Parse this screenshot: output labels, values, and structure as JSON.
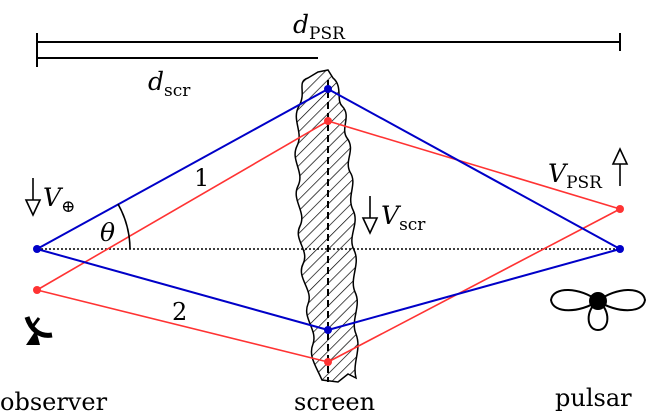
{
  "labels": {
    "d_psr_main": "d",
    "d_psr_sub": "PSR",
    "d_scr_main": "d",
    "d_scr_sub": "scr",
    "v_earth_main": "V",
    "v_earth_sub": "⊕",
    "v_scr_main": "V",
    "v_scr_sub": "scr",
    "v_psr_main": "V",
    "v_psr_sub": "PSR",
    "theta": "θ",
    "path_1": "1",
    "path_2": "2",
    "observer": "observer",
    "screen": "screen",
    "pulsar": "pulsar"
  },
  "colors": {
    "observer_rays": "#0000c8",
    "pulsar_rays": "#ff3333",
    "lines": "#000000"
  }
}
